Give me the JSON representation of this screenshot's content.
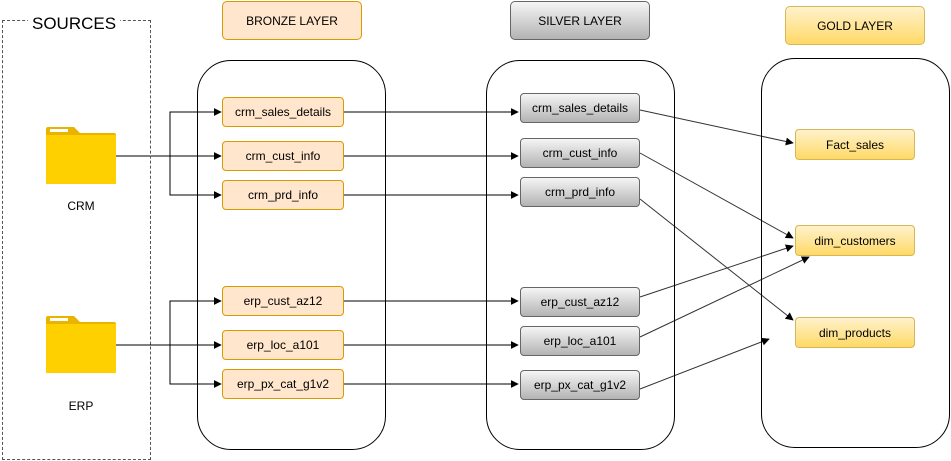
{
  "sources": {
    "title": "SOURCES",
    "crm_label": "CRM",
    "erp_label": "ERP",
    "folder_icon": "folder-icon",
    "folder_color": "#ffd000"
  },
  "bronze": {
    "header": "BRONZE LAYER",
    "color_fill": "#ffe6cc",
    "color_border": "#d79b00",
    "tables": [
      "crm_sales_details",
      "crm_cust_info",
      "crm_prd_info",
      "erp_cust_az12",
      "erp_loc_a101",
      "erp_px_cat_g1v2"
    ]
  },
  "silver": {
    "header": "SILVER LAYER",
    "color_fill": "#e0e0e0",
    "color_border": "#666666",
    "tables": [
      "crm_sales_details",
      "crm_cust_info",
      "crm_prd_info",
      "erp_cust_az12",
      "erp_loc_a101",
      "erp_px_cat_g1v2"
    ]
  },
  "gold": {
    "header": "GOLD LAYER",
    "color_fill": "#ffd966",
    "color_border": "#d6b656",
    "tables": [
      "Fact_sales",
      "dim_customers",
      "dim_products"
    ]
  }
}
